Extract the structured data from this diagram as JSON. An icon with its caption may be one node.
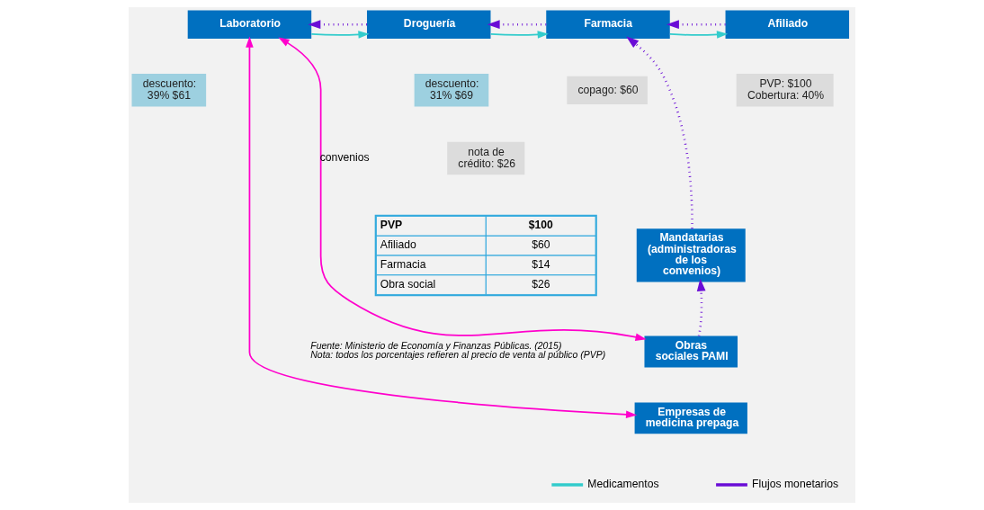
{
  "diagram": {
    "nodes": [
      {
        "text": [
          "Laboratorio"
        ]
      },
      {
        "text": [
          "Droguería"
        ]
      },
      {
        "text": [
          "Farmacia"
        ]
      },
      {
        "text": [
          "Afiliado"
        ]
      },
      {
        "text": [
          "descuento: 39% $61"
        ]
      },
      {
        "text": [
          "descuento: 31% $69"
        ]
      },
      {
        "text": [
          "copago: $60"
        ]
      },
      {
        "text": [
          "PVP: $100 Cobertura: 40%"
        ]
      },
      {
        "text": [
          "nota de crédito: $26"
        ]
      },
      {
        "text": [
          "Mandatarias (administradoras de los convenios)"
        ]
      },
      {
        "text": [
          "Obras sociales PAMI"
        ]
      },
      {
        "text": [
          "Empresas de medicina prepaga"
        ]
      }
    ],
    "edges": [
      {
        "from": 0,
        "to": 1,
        "arrow": "to",
        "color": "#33cccc"
      },
      {
        "from": 1,
        "to": 0,
        "arrow": "to",
        "style": "dashed"
      },
      {
        "from": 1,
        "to": 2,
        "arrow": "to",
        "color": "#33cccc"
      },
      {
        "from": 2,
        "to": 1,
        "arrow": "to",
        "style": "dashed"
      },
      {
        "from": 2,
        "to": 3,
        "arrow": "to",
        "color": "#33cccc"
      },
      {
        "from": 3,
        "to": 2,
        "arrow": "to",
        "style": "dashed"
      },
      {
        "from": 9,
        "to": 2,
        "arrow": "to",
        "style": "dashed"
      },
      {
        "from": 10,
        "to": 9,
        "arrow": "to",
        "style": "dashed"
      },
      {
        "from": 0,
        "to": 10,
        "arrow": "both",
        "color": "#ff00cc",
        "label": "convenios"
      },
      {
        "from": 0,
        "to": 11,
        "arrow": "both",
        "color": "#ff00cc"
      }
    ],
    "labels": [
      "PVP",
      "$100",
      "Afiliado",
      "$60",
      "Farmacia",
      "$14",
      "Obra social",
      "$26",
      "Fuente: Ministerio de Economía y Finanzas Públicas. (2015)",
      "Nota: todos los porcentajes refieren al precio de venta al público (PVP)"
    ],
    "legend": [
      {
        "text": "Medicamentos"
      },
      {
        "text": "Flujos monetarios"
      }
    ]
  }
}
